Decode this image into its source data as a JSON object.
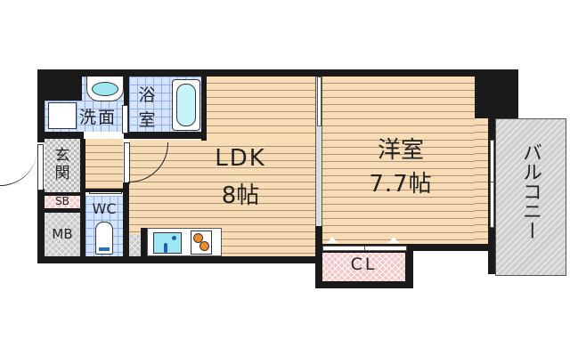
{
  "floor_plan": {
    "rooms": {
      "ldk": {
        "name": "LDK",
        "size": "8帖"
      },
      "western_room": {
        "name": "洋室",
        "size": "7.7帖"
      },
      "washroom": {
        "name": "洗面"
      },
      "bathroom": {
        "name_top": "浴",
        "name_bottom": "室"
      },
      "entrance": {
        "name_top": "玄",
        "name_bottom": "関"
      },
      "shoe_box": {
        "name": "SB"
      },
      "toilet": {
        "name": "WC"
      },
      "meter_box": {
        "name": "MB"
      },
      "closet": {
        "name": "CL"
      },
      "balcony": {
        "name": "バルコニー"
      }
    },
    "colors": {
      "wall": "#1a1a1a",
      "wood_floor": "#f7dcb6",
      "tile": "#d6e4fb",
      "closet": "#f5c6c6",
      "balcony": "#cfcfcf",
      "fixture_blue": "#9fe6f5",
      "stove_orange": "#f08c28"
    }
  }
}
